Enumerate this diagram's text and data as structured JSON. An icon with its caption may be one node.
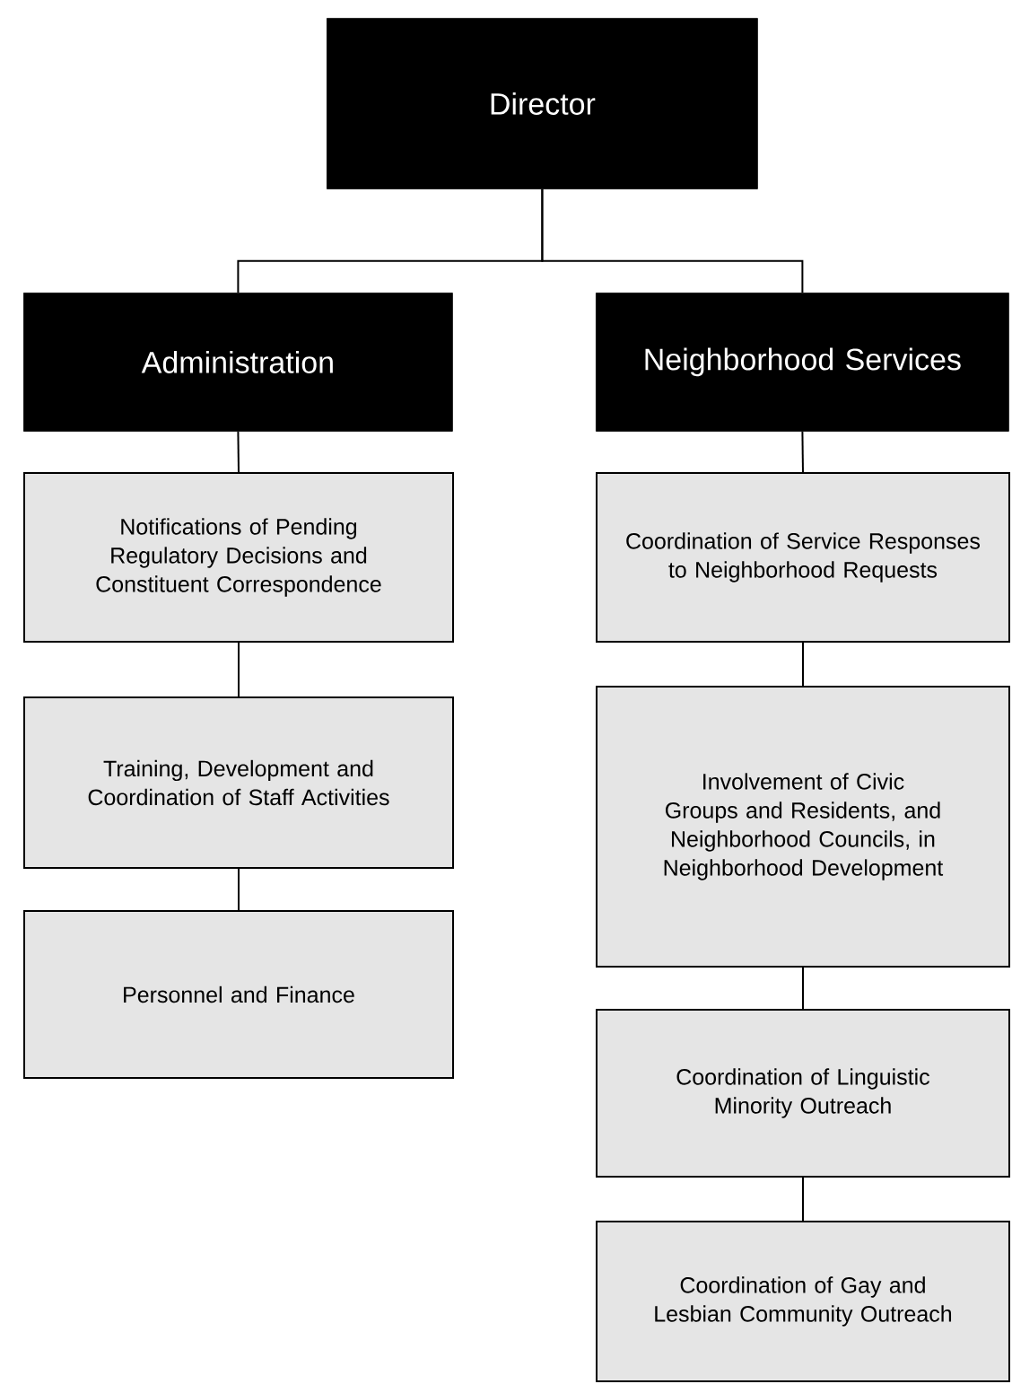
{
  "diagram": {
    "nodes": [
      {
        "text": [
          "Director"
        ]
      },
      {
        "text": [
          "Administration"
        ]
      },
      {
        "text": [
          "Neighborhood Services"
        ]
      },
      {
        "text": [
          "Notifications of Pending Regulatory Decisions and Constituent Correspondence"
        ]
      },
      {
        "text": [
          "Training, Development and Coordination of Staff Activities"
        ]
      },
      {
        "text": [
          "Personnel and Finance"
        ]
      },
      {
        "text": [
          "Coordination of Service Responses to Neighborhood Requests"
        ]
      },
      {
        "text": [
          "Involvement of Civic Groups and Residents, and Neighborhood Councils, in Neighborhood Development"
        ]
      },
      {
        "text": [
          "Coordination of Linguistic Minority Outreach"
        ]
      },
      {
        "text": [
          "Coordination of Gay and Lesbian Community Outreach"
        ]
      }
    ],
    "edges": [
      {
        "from": 0,
        "to": 1,
        "arrow": "none"
      },
      {
        "from": 0,
        "to": 2,
        "arrow": "none"
      },
      {
        "from": 1,
        "to": 3,
        "arrow": "none"
      },
      {
        "from": 3,
        "to": 4,
        "arrow": "none"
      },
      {
        "from": 4,
        "to": 5,
        "arrow": "none"
      },
      {
        "from": 2,
        "to": 6,
        "arrow": "none"
      },
      {
        "from": 6,
        "to": 7,
        "arrow": "none"
      },
      {
        "from": 7,
        "to": 8,
        "arrow": "none"
      },
      {
        "from": 8,
        "to": 9,
        "arrow": "none"
      }
    ]
  }
}
